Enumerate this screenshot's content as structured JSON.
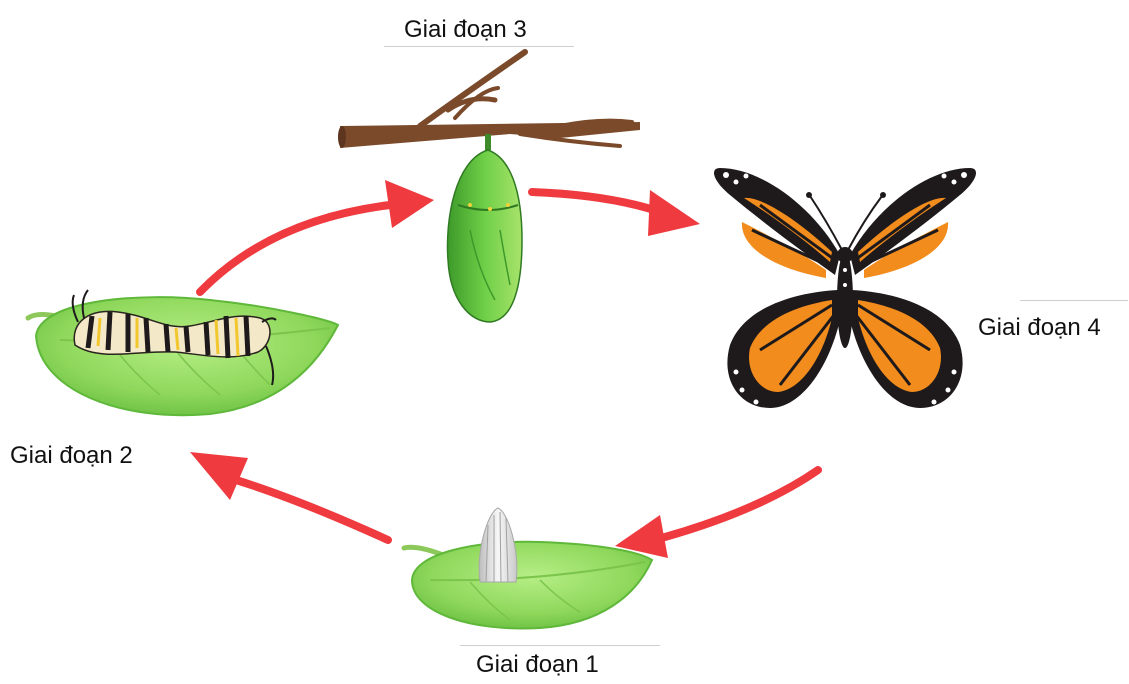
{
  "stages": {
    "stage_1": {
      "label": "Giai đoạn 1",
      "icon": "egg-on-leaf-icon"
    },
    "stage_2": {
      "label": "Giai đoạn 2",
      "icon": "caterpillar-on-leaf-icon"
    },
    "stage_3": {
      "label": "Giai đoạn 3",
      "icon": "chrysalis-on-branch-icon"
    },
    "stage_4": {
      "label": "Giai đoạn 4",
      "icon": "butterfly-icon"
    }
  },
  "arrows": [
    {
      "from": "stage_1",
      "to": "stage_2"
    },
    {
      "from": "stage_2",
      "to": "stage_3"
    },
    {
      "from": "stage_3",
      "to": "stage_4"
    },
    {
      "from": "stage_4",
      "to": "stage_1"
    }
  ],
  "colors": {
    "arrow": "#ef3a3f",
    "leaf_light": "#9be06a",
    "leaf_dark": "#5fb83a",
    "branch": "#7a4a2a",
    "chrysalis": "#5cbd3b",
    "wing_orange": "#f28c1c",
    "wing_black": "#1e1a1c",
    "egg": "#ebebeb"
  }
}
